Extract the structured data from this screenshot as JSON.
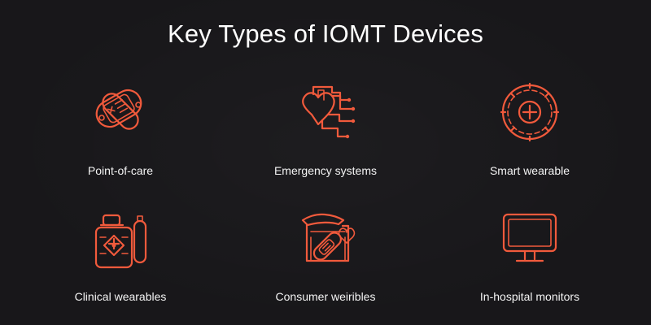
{
  "page": {
    "title": "Key Types of IOMT Devices"
  },
  "devices": [
    {
      "label": "Point-of-care",
      "icon": "bandage-icon"
    },
    {
      "label": "Emergency systems",
      "icon": "heart-circuit-icon"
    },
    {
      "label": "Smart wearable",
      "icon": "medical-watch-icon"
    },
    {
      "label": "Clinical wearables",
      "icon": "medical-kit-icon"
    },
    {
      "label": "Consumer weiribles",
      "icon": "consumer-device-icon"
    },
    {
      "label": "In-hospital monitors",
      "icon": "monitor-icon"
    }
  ],
  "colors": {
    "background": "#18171a",
    "accent": "#f15a3c",
    "text": "#ffffff"
  }
}
